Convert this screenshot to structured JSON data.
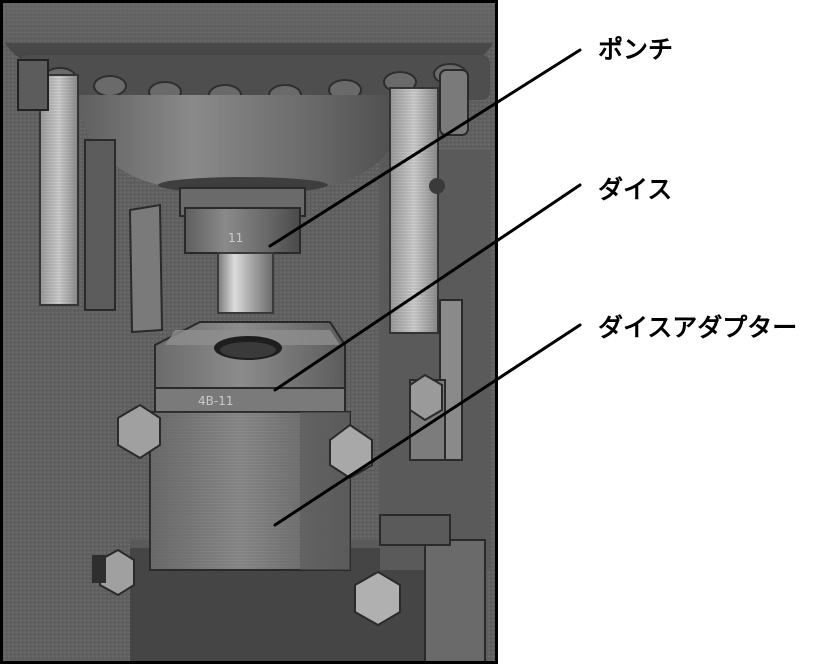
{
  "photo": {
    "subject": "punch-and-die-press-closeup",
    "palette": {
      "frame": "#000000",
      "metal_dark": "#4a4a4a",
      "metal_mid": "#6e6e6e",
      "metal_light": "#9a9a9a",
      "steel_bright": "#c8c8c8",
      "label_text": "#000000"
    },
    "engravings": {
      "punch_mark": "11",
      "die_mark": "4B-11"
    }
  },
  "labels": {
    "punch": "ポンチ",
    "die": "ダイス",
    "die_adapter": "ダイスアダプター"
  }
}
